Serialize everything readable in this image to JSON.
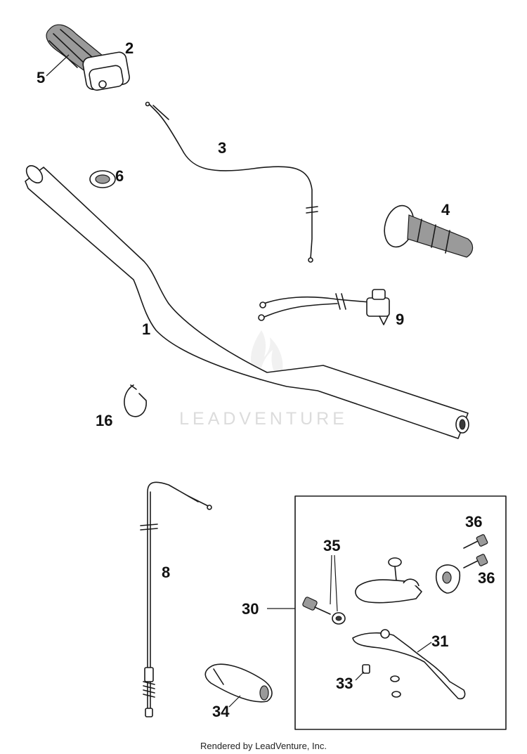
{
  "diagram": {
    "callouts": {
      "c1": "1",
      "c2": "2",
      "c3": "3",
      "c4": "4",
      "c5": "5",
      "c6": "6",
      "c8": "8",
      "c9": "9",
      "c16": "16",
      "c30": "30",
      "c31": "31",
      "c33": "33",
      "c34": "34",
      "c35": "35",
      "c36a": "36",
      "c36b": "36"
    },
    "watermark": "LEADVENTURE",
    "footer": "Rendered by LeadVenture, Inc."
  }
}
